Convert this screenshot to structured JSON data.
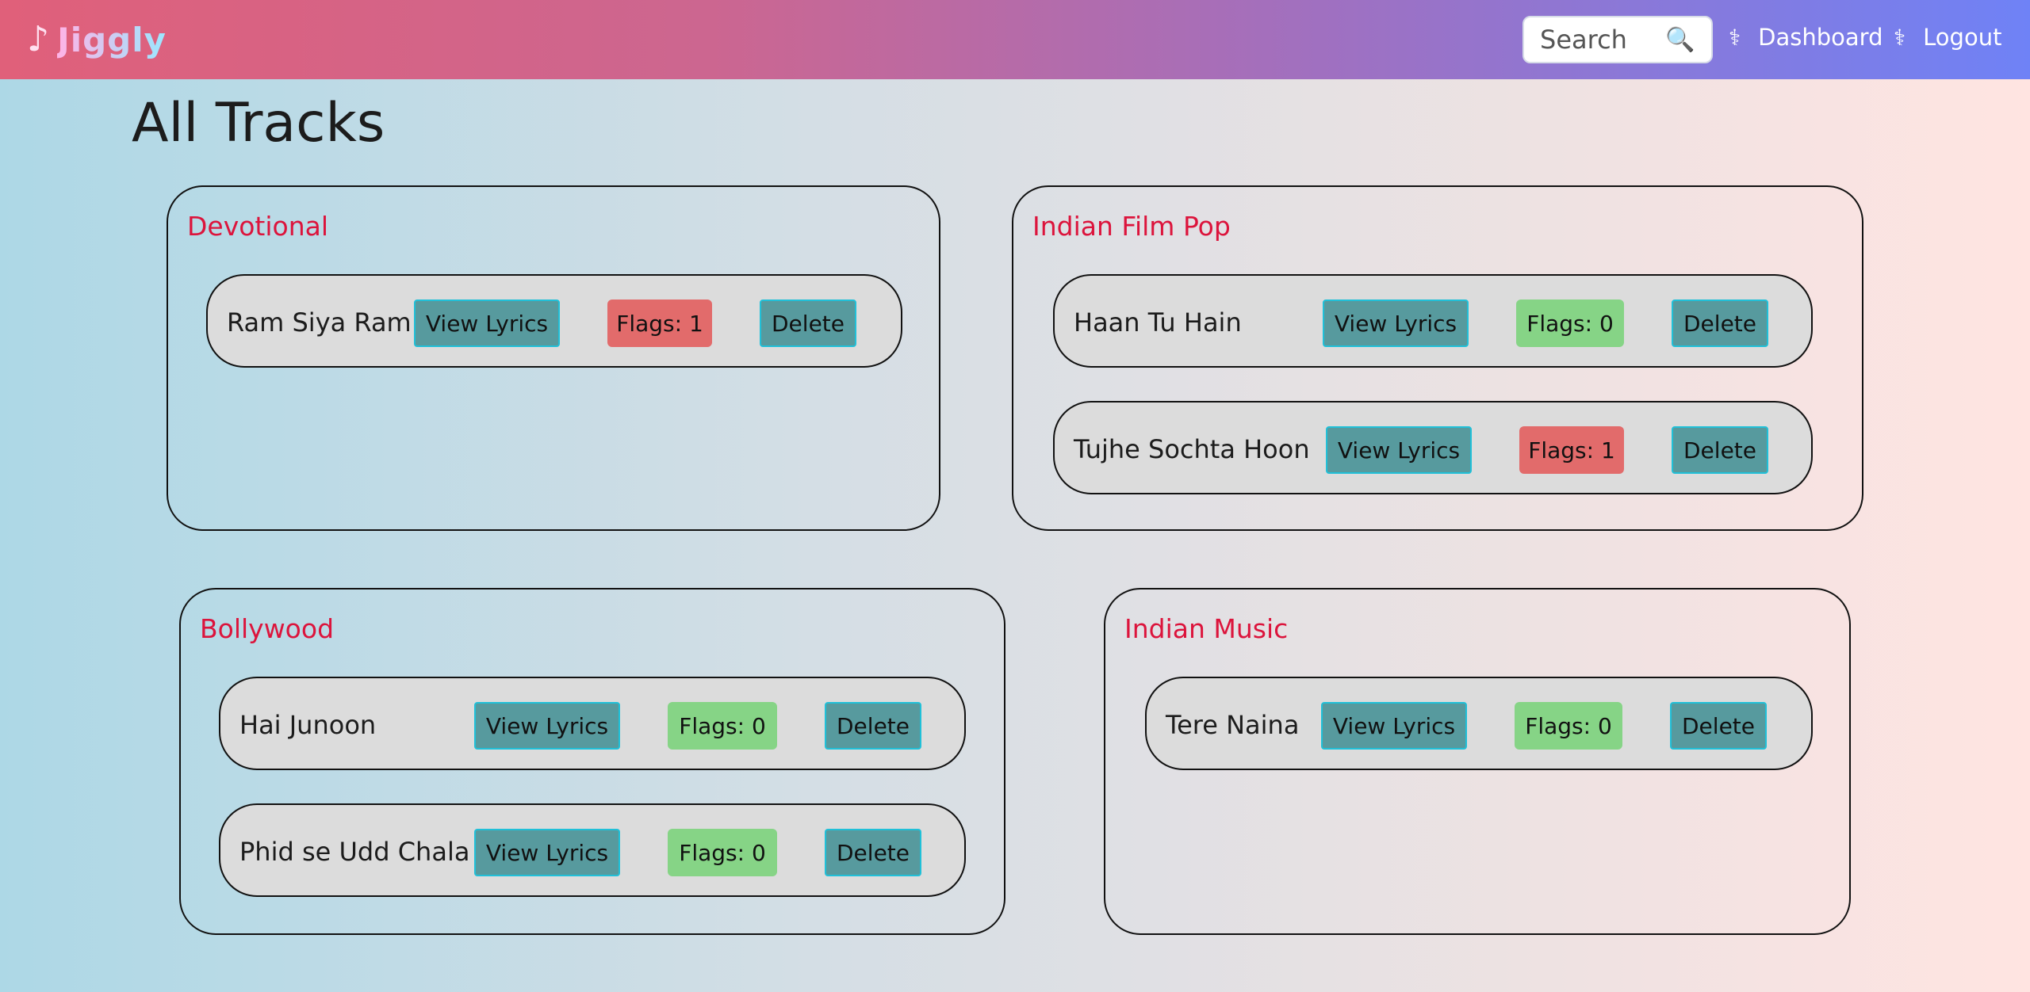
{
  "navbar": {
    "brand": "Jiggly",
    "search_placeholder": "Search",
    "dashboard_label": "Dashboard",
    "logout_label": "Logout",
    "icons": {
      "brand": "music-note-icon",
      "search": "magnifier-icon",
      "nav": "caduceus-icon"
    }
  },
  "page_title": "All Tracks",
  "buttons": {
    "view_lyrics": "View Lyrics",
    "delete": "Delete"
  },
  "colors": {
    "genre_title": "#dc143c",
    "flag_ok": "#86d486",
    "flag_warn": "#e26b6b",
    "button": "#579a9e"
  },
  "genres": [
    {
      "name": "Devotional",
      "tracks": [
        {
          "name": "Ram Siya Ram",
          "flags": "Flags: 1",
          "flag_status": "red"
        }
      ]
    },
    {
      "name": "Indian Film Pop",
      "tracks": [
        {
          "name": "Haan Tu Hain",
          "flags": "Flags: 0",
          "flag_status": "green"
        },
        {
          "name": "Tujhe Sochta Hoon",
          "flags": "Flags: 1",
          "flag_status": "red"
        }
      ]
    },
    {
      "name": "Bollywood",
      "tracks": [
        {
          "name": "Hai Junoon",
          "flags": "Flags: 0",
          "flag_status": "green"
        },
        {
          "name": "Phid se Udd Chala",
          "flags": "Flags: 0",
          "flag_status": "green"
        }
      ]
    },
    {
      "name": "Indian Music",
      "tracks": [
        {
          "name": "Tere Naina",
          "flags": "Flags: 0",
          "flag_status": "green"
        }
      ]
    }
  ]
}
